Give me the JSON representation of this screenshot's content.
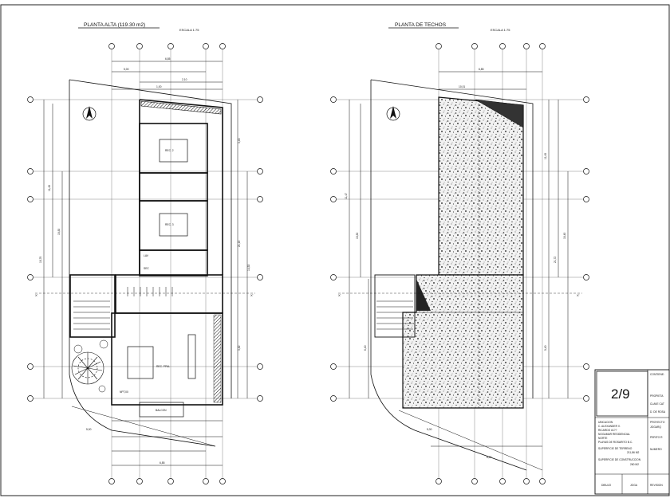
{
  "sheet": {
    "left_plan": {
      "title": "PLANTA ALTA (119.30 m2)",
      "scale": "ESCALA 1:75",
      "rooms": {
        "rec2": "REC. 2",
        "rec3": "REC. 3",
        "rec_ppal": "REC. PPAL",
        "lav": "LAV",
        "sec": "SEC",
        "balcon": "BALCON"
      },
      "dims": {
        "top_total": "6,85",
        "top_a": "5,00",
        "top_b": "2,10",
        "top_c": "1,00",
        "left_total": "19,79",
        "left_a": "11,45",
        "left_b": "19,83",
        "right_a": "21,10",
        "right_b": "14,53",
        "right_c": "3,45",
        "right_d": "3,82",
        "bottom_total": "6,85",
        "bottom_a": "5,00",
        "level": "NPT,00"
      },
      "axis_left": "X'",
      "axis_right": "X'"
    },
    "right_plan": {
      "title": "PLANTA DE TECHOS",
      "scale": "ESCALA 1:75",
      "dims": {
        "top_total": "6,85",
        "top_a": "10,01",
        "left_a": "11,47",
        "left_b": "19,83",
        "right_a": "21,72",
        "right_b": "11,40",
        "right_c": "5,40",
        "right_d": "18,40",
        "bottom_a": "5,00",
        "bottom_b": "6,37",
        "left_c": "6,40"
      },
      "axis_left": "X'",
      "axis_right": "X'"
    },
    "title_block": {
      "page": "2/9",
      "contiene_label": "CONTIENE:",
      "propietario_label": "PROPIETA",
      "clave_label": "CLAVE CAT",
      "domicilio_label": "D. DE ROSA",
      "ubicacion_label": "UBICACION",
      "ubicacion_lines": [
        "C. ALEXANDER V.",
        "RICARDO #1??",
        "NOGAMAR RESIDENCIAL",
        "NORTE",
        "PLAYAS DE ROSARITO B.C."
      ],
      "proyecto_label": "PROYECTO",
      "proyecto_value": "JOGARQ",
      "perito_label": "PERITO R",
      "numero_label": "NUMERO",
      "sup_terreno_label": "SUPERFICIE DE TERRENO",
      "sup_terreno_value": "211,86 M2",
      "sup_const_label": "SUPERFICIE DE CONSTRUCCION",
      "sup_const_value": "260 M2",
      "dibujo_label": "DIBUJO",
      "dibujo_value": "JOGA",
      "revision_label": "REVISION"
    }
  }
}
